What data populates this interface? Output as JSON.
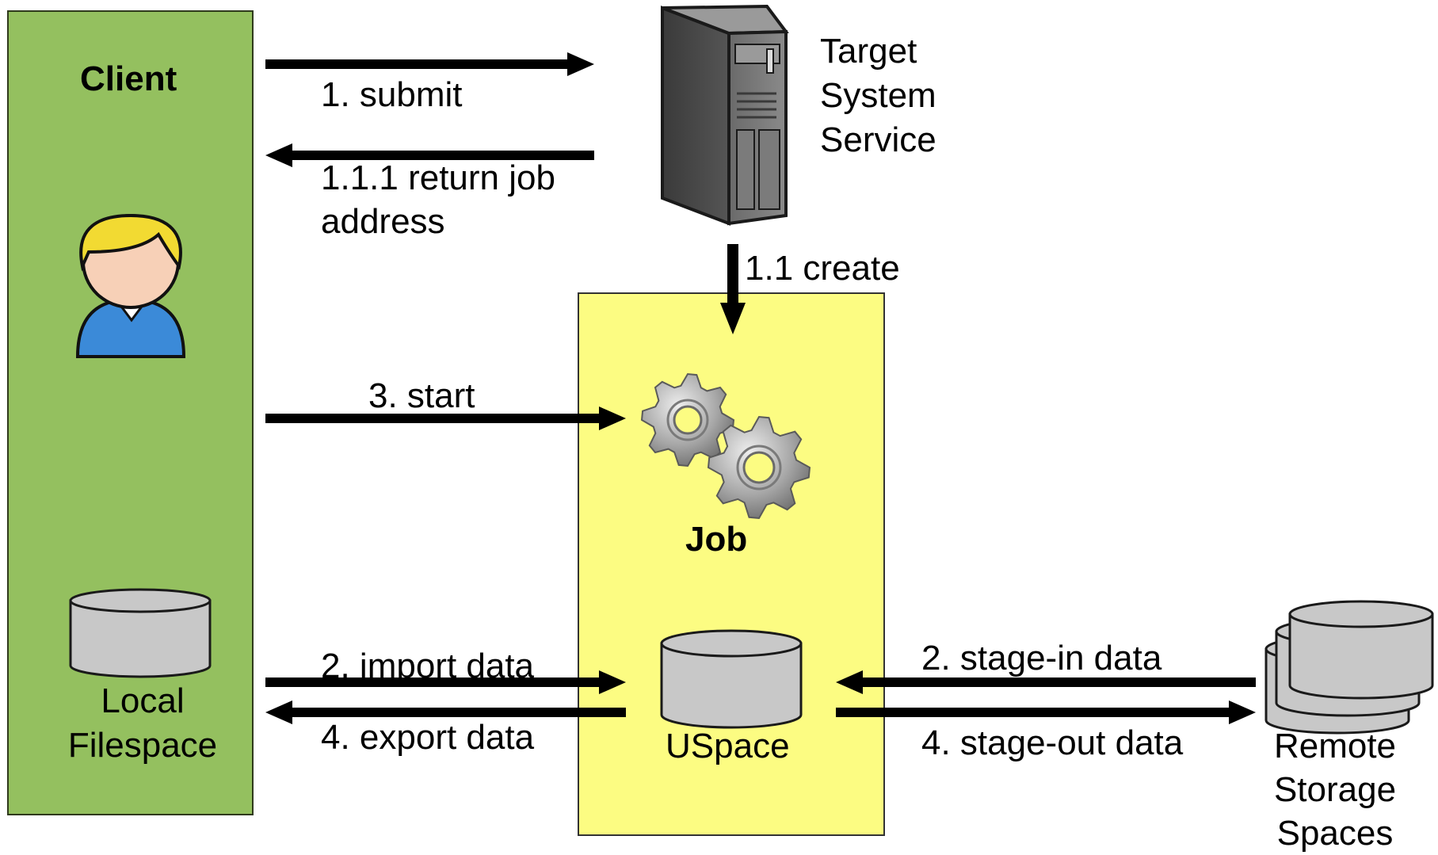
{
  "colors": {
    "client_fill": "#94c05f",
    "client_stroke": "#2f3a1c",
    "job_fill": "#fcfc82",
    "job_stroke": "#333333",
    "arrow": "#000000",
    "disk_fill": "#c8c8c8",
    "disk_stroke": "#1a1a1a"
  },
  "icons": {
    "server": "server-tower-icon",
    "user": "user-person-icon",
    "gears": "gears-icon",
    "local_disk": "database-disk-icon",
    "uspace_disk": "database-disk-icon",
    "remote_disks": "stacked-disks-icon"
  },
  "nodes": {
    "client_title": "Client",
    "local_filespace": "Local\nFilespace",
    "target_system": "Target\nSystem\nService",
    "job_title": "Job",
    "uspace": "USpace",
    "remote_storage": "Remote\nStorage\nSpaces"
  },
  "arrows": {
    "submit": "1. submit",
    "return_job": "1.1.1 return job\naddress",
    "create": "1.1 create",
    "start": "3. start",
    "import_data": "2. import data",
    "export_data": "4. export data",
    "stage_in": "2. stage-in data",
    "stage_out": "4. stage-out data"
  }
}
